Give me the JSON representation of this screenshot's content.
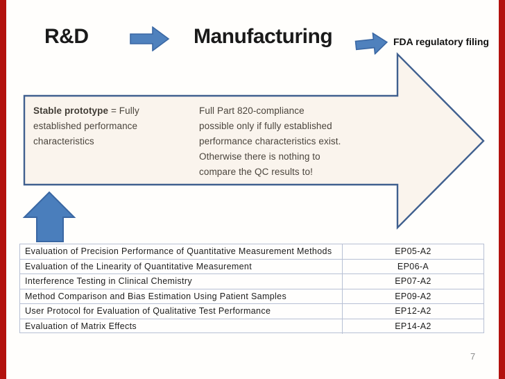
{
  "page": {
    "number": "7"
  },
  "colors": {
    "edge_bar_red": "#b3120e",
    "arrow_blue_fill": "#4f81bd",
    "arrow_blue_stroke": "#3a67a3",
    "big_arrow_fill": "#faf4ed",
    "big_arrow_stroke": "#40608f",
    "table_border": "#b7c0d4"
  },
  "header": {
    "rd": "R&D",
    "manufacturing": "Manufacturing",
    "fda": "FDA regulatory filing"
  },
  "flow": {
    "left_note": {
      "bold": "Stable prototype",
      "line1_rest": " = Fully",
      "line2": "established performance",
      "line3": "characteristics"
    },
    "right_note_lines": {
      "l1": "Full Part 820-compliance",
      "l2": "possible only if fully established",
      "l3": "performance characteristics exist.",
      "l4": "Otherwise there is nothing to",
      "l5": "compare the QC results to!"
    }
  },
  "table": {
    "rows": [
      {
        "title": "Evaluation of Precision Performance of Quantitative Measurement Methods",
        "code": "EP05-A2"
      },
      {
        "title": "Evaluation of the Linearity of Quantitative Measurement",
        "code": "EP06-A"
      },
      {
        "title": "Interference Testing in Clinical Chemistry",
        "code": "EP07-A2"
      },
      {
        "title": "Method Comparison and Bias Estimation Using Patient Samples",
        "code": "EP09-A2"
      },
      {
        "title": "User Protocol for Evaluation of Qualitative Test Performance",
        "code": "EP12-A2"
      },
      {
        "title": "Evaluation of Matrix Effects",
        "code": "EP14-A2"
      }
    ]
  }
}
